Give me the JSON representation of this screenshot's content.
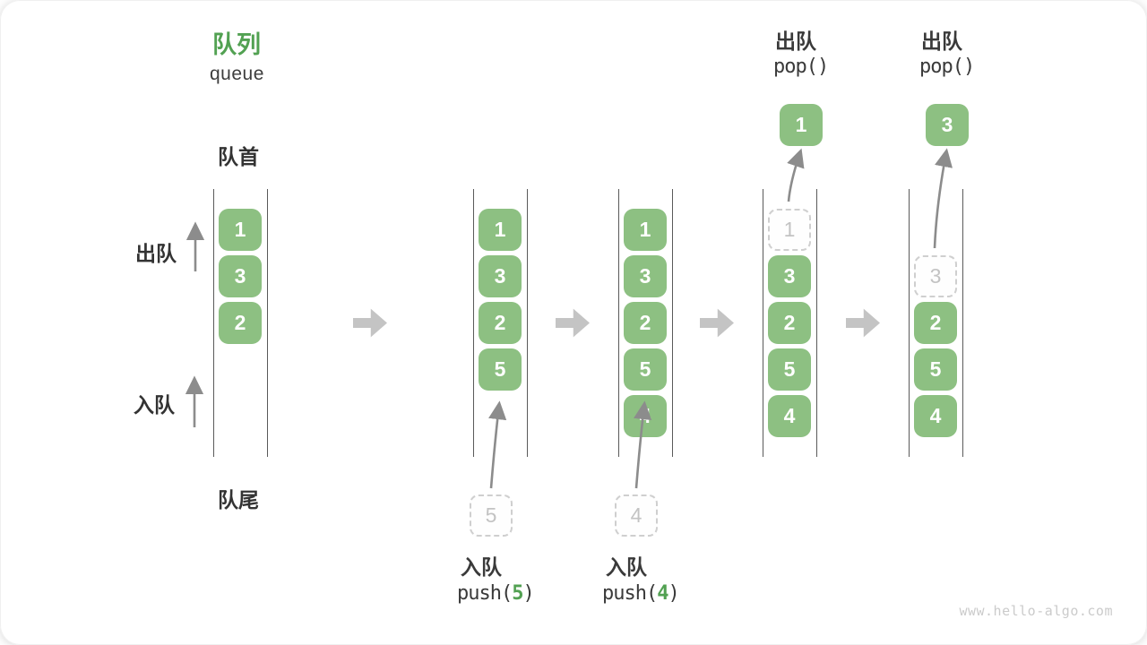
{
  "header": {
    "title": "队列",
    "subtitle": "queue"
  },
  "annotations": {
    "front_label": "队首",
    "rear_label": "队尾",
    "dequeue_label": "出队",
    "enqueue_label": "入队"
  },
  "watermark": "www.hello-algo.com",
  "colors": {
    "box_green": "#8dc082",
    "accent_green": "#52a152",
    "arrow_gray": "#8c8c8c",
    "block_arrow_gray": "#c4c4c4",
    "dashed_gray": "#cfcfcf"
  },
  "stages": [
    {
      "items": [
        {
          "value": "1",
          "slot": 0
        },
        {
          "value": "3",
          "slot": 1
        },
        {
          "value": "2",
          "slot": 2
        }
      ]
    },
    {
      "items": [
        {
          "value": "1",
          "slot": 0
        },
        {
          "value": "3",
          "slot": 1
        },
        {
          "value": "2",
          "slot": 2
        },
        {
          "value": "5",
          "slot": 3
        }
      ],
      "pending": {
        "value": "5"
      },
      "operation": {
        "label": "入队",
        "code_before": "push(",
        "code_arg": "5",
        "code_after": ")"
      }
    },
    {
      "items": [
        {
          "value": "1",
          "slot": 0
        },
        {
          "value": "3",
          "slot": 1
        },
        {
          "value": "2",
          "slot": 2
        },
        {
          "value": "5",
          "slot": 3
        },
        {
          "value": "4",
          "slot": 4
        }
      ],
      "pending": {
        "value": "4"
      },
      "operation": {
        "label": "入队",
        "code_before": "push(",
        "code_arg": "4",
        "code_after": ")"
      }
    },
    {
      "items": [
        {
          "value": "1",
          "slot": 0,
          "dashed": true
        },
        {
          "value": "3",
          "slot": 1
        },
        {
          "value": "2",
          "slot": 2
        },
        {
          "value": "5",
          "slot": 3
        },
        {
          "value": "4",
          "slot": 4
        }
      ],
      "popped": {
        "value": "1"
      },
      "operation": {
        "label": "出队",
        "code_before": "pop()",
        "code_arg": "",
        "code_after": ""
      }
    },
    {
      "items": [
        {
          "value": "3",
          "slot": 1,
          "dashed": true
        },
        {
          "value": "2",
          "slot": 2
        },
        {
          "value": "5",
          "slot": 3
        },
        {
          "value": "4",
          "slot": 4
        }
      ],
      "popped": {
        "value": "3"
      },
      "operation": {
        "label": "出队",
        "code_before": "pop()",
        "code_arg": "",
        "code_after": ""
      }
    }
  ]
}
